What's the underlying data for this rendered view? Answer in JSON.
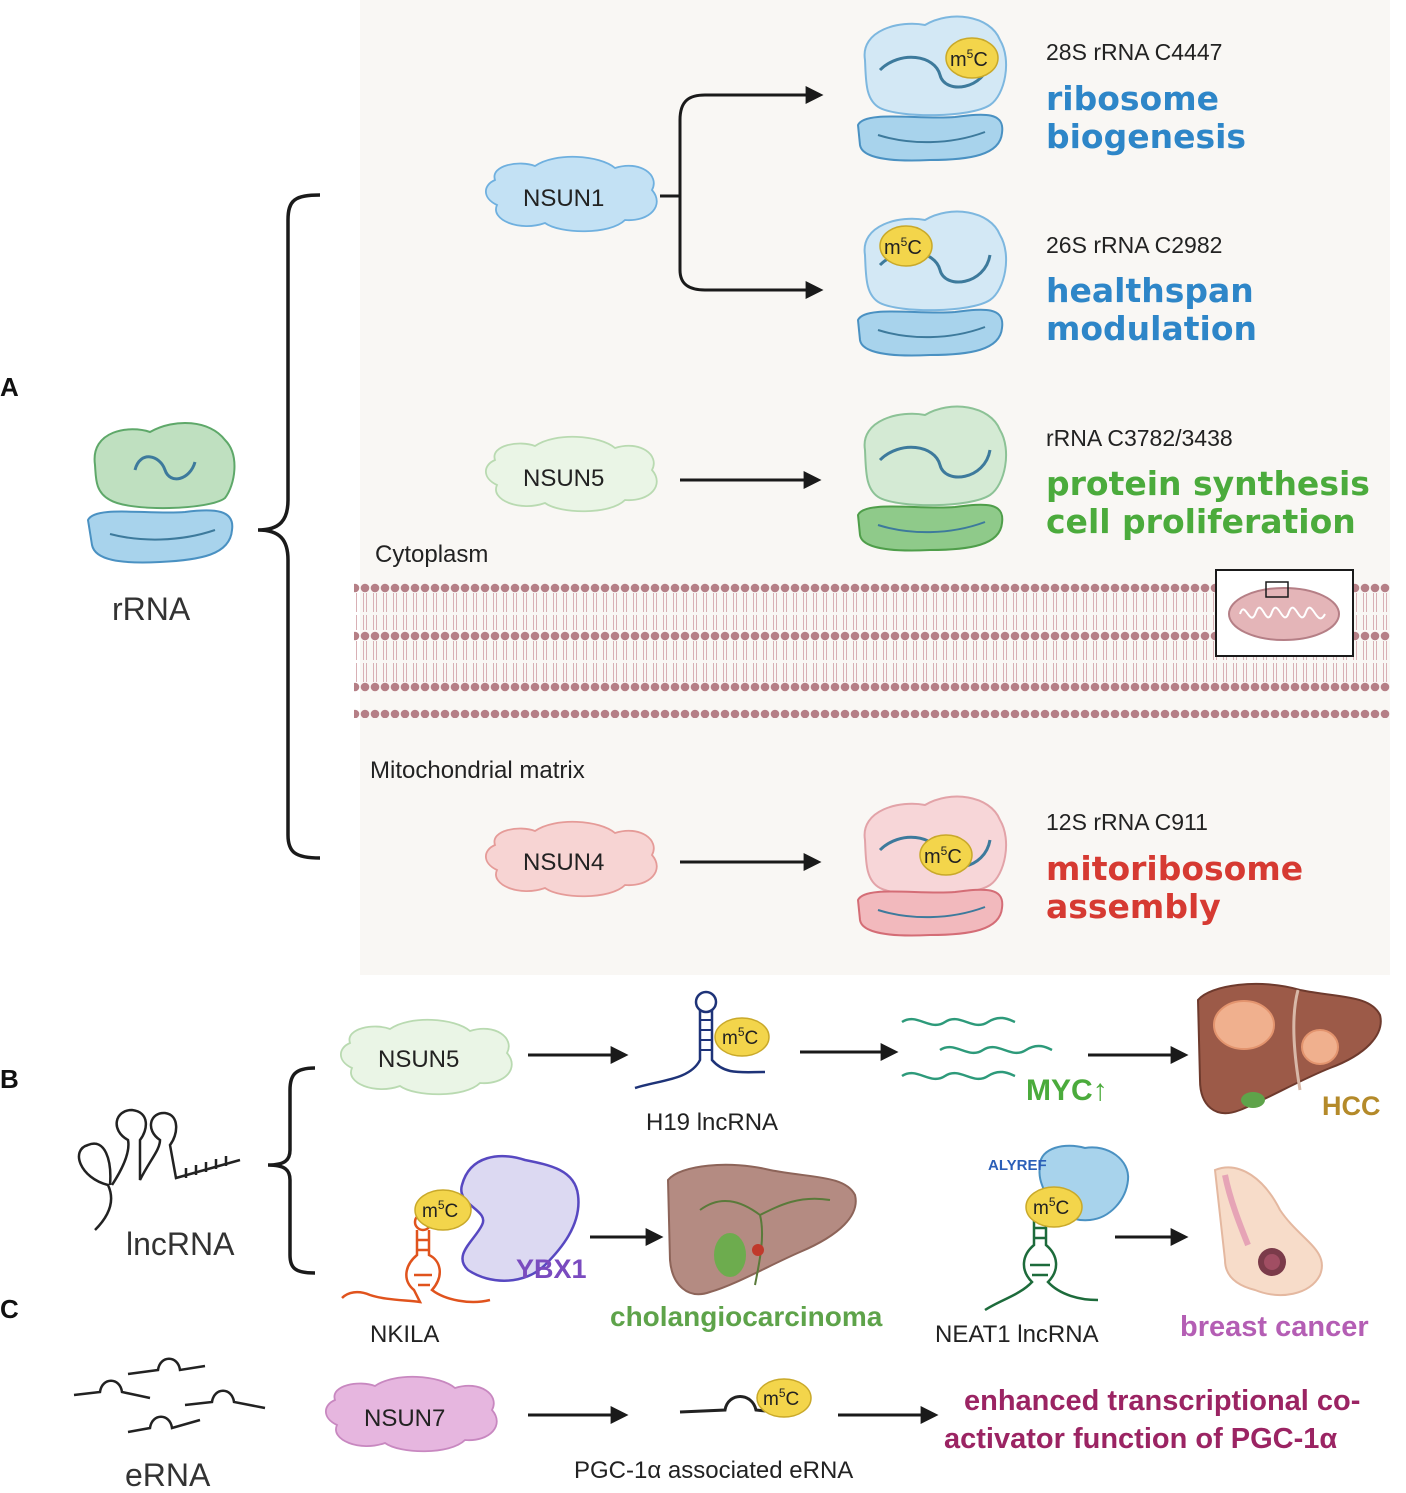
{
  "panels": {
    "a": "A",
    "b": "B",
    "c": "C"
  },
  "mark": "m",
  "mark_sup": "5",
  "mark_c": "C",
  "colors": {
    "blue": "#2e86c8",
    "green": "#4bab3c",
    "red": "#d63a32",
    "purple": "#7a4bbf",
    "olive": "#b48a2a",
    "cholangio": "#5ea34a",
    "breast": "#b45eb4",
    "pgc": "#9b2463",
    "yellow": "#f3d54b",
    "panel_bg": "#f9f7f4"
  },
  "panel_a": {
    "source_label": "rRNA",
    "cytoplasm_label": "Cytoplasm",
    "matrix_label": "Mitochondrial matrix",
    "nsun1": "NSUN1",
    "nsun5": "NSUN5",
    "nsun4": "NSUN4",
    "site_28s": "28S rRNA C4447",
    "out_28s_line1": "ribosome",
    "out_28s_line2": "biogenesis",
    "site_26s": "26S rRNA C2982",
    "out_26s_line1": "healthspan",
    "out_26s_line2": "modulation",
    "site_nsun5": "rRNA C3782/3438",
    "out_nsun5_line1": "protein synthesis",
    "out_nsun5_line2": "cell proliferation",
    "site_12s": "12S rRNA C911",
    "out_12s_line1": "mitoribosome",
    "out_12s_line2": "assembly",
    "mito_inset_icon": "mitochondrion-icon"
  },
  "panel_b": {
    "source_label": "lncRNA",
    "nsun5": "NSUN5",
    "h19_label": "H19 lncRNA",
    "myc_label": "MYC",
    "myc_arrow": "↑",
    "hcc_label": "HCC",
    "nkila_label": "NKILA",
    "ybx1_label": "YBX1",
    "cholangio_label": "cholangiocarcinoma",
    "alyref_label": "ALYREF",
    "neat1_label": "NEAT1 lncRNA",
    "breast_label": "breast cancer",
    "liver_icon": "liver-icon",
    "breast_icon": "breast-icon"
  },
  "panel_c": {
    "source_label": "eRNA",
    "nsun7": "NSUN7",
    "pgc_label": "PGC-1α associated eRNA",
    "outcome_line1": "enhanced transcriptional co-",
    "outcome_line2": "activator function of PGC-1α"
  }
}
